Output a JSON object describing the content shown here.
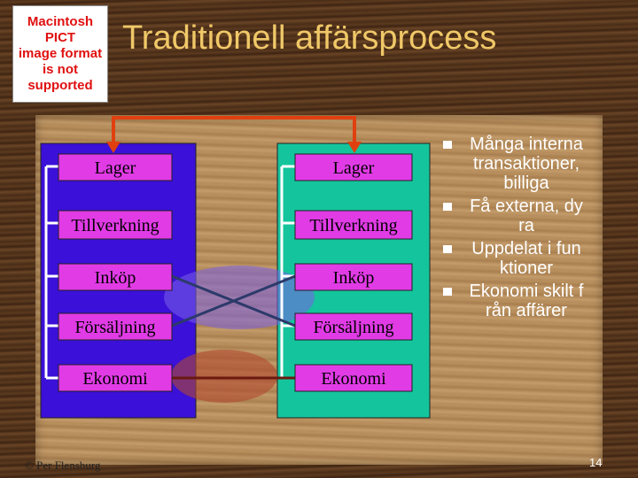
{
  "title": "Traditionell affärsprocess",
  "pict_placeholder": "Macintosh PICT\nimage format\nis not supported",
  "org_left": [
    "Lager",
    "Tillverkning",
    "Inköp",
    "Försäljning",
    "Ekonomi"
  ],
  "org_right": [
    "Lager",
    "Tillverkning",
    "Inköp",
    "Försäljning",
    "Ekonomi"
  ],
  "bullets": [
    "Många interna transaktioner, billiga",
    "Få externa, dyra",
    "Uppdelat i funktioner",
    "Ekonomi skilt från affärer"
  ],
  "credit": "© Per Flensburg",
  "page_number": "14",
  "colors": {
    "title": "#f0c868",
    "left_org": "#3b10d8",
    "right_org": "#14c49c",
    "box": "#e13be6",
    "connector": "#e04010"
  }
}
